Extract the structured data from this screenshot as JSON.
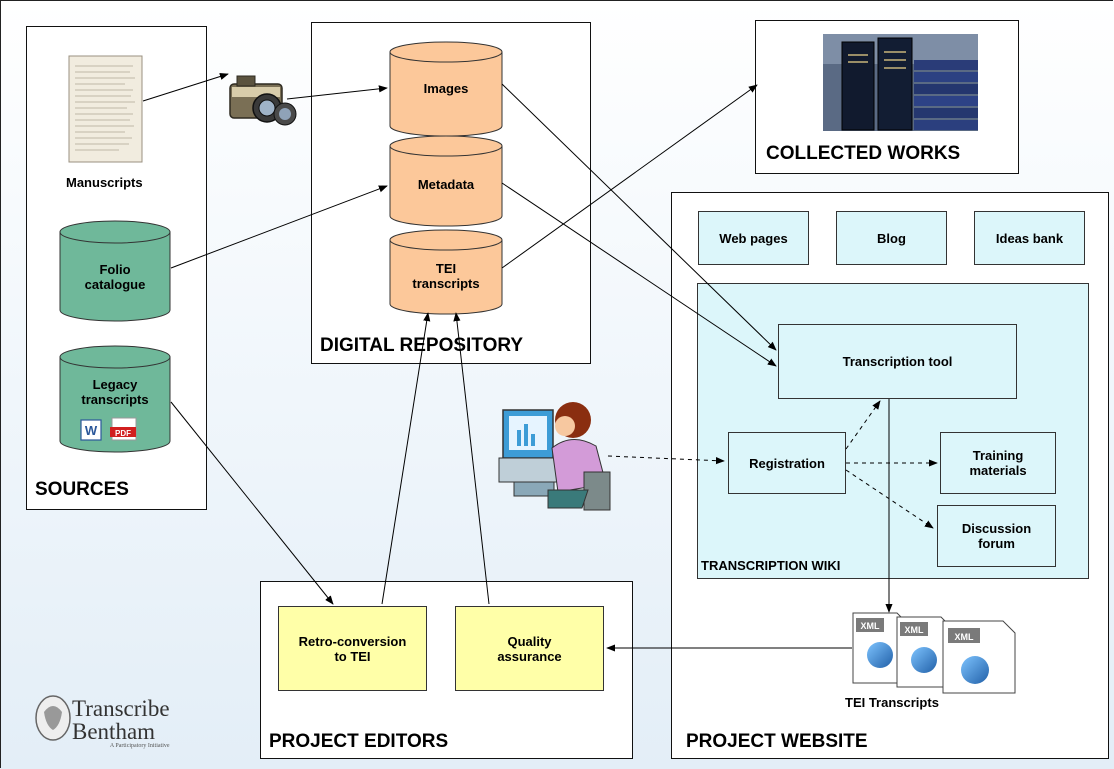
{
  "panels": {
    "sources": "SOURCES",
    "digital_repository": "DIGITAL REPOSITORY",
    "collected_works": "COLLECTED WORKS",
    "project_website": "PROJECT WEBSITE",
    "project_editors": "PROJECT EDITORS",
    "transcription_wiki": "TRANSCRIPTION WIKI"
  },
  "sources": {
    "manuscripts": "Manuscripts",
    "folio_line1": "Folio",
    "folio_line2": "catalogue",
    "legacy_line1": "Legacy",
    "legacy_line2": "transcripts"
  },
  "repository": {
    "images": "Images",
    "metadata": "Metadata",
    "tei_line1": "TEI",
    "tei_line2": "transcripts"
  },
  "website": {
    "web_pages": "Web pages",
    "blog": "Blog",
    "ideas_bank": "Ideas bank",
    "transcription_tool": "Transcription tool",
    "registration": "Registration",
    "training_line1": "Training",
    "training_line2": "materials",
    "discussion_line1": "Discussion",
    "discussion_line2": "forum",
    "tei_transcripts": "TEI Transcripts",
    "xml_label": "XML"
  },
  "editors": {
    "retro_line1": "Retro-conversion",
    "retro_line2": "to TEI",
    "quality_line1": "Quality",
    "quality_line2": "assurance"
  },
  "logo": {
    "line1": "Transcribe",
    "line2": "Bentham",
    "tagline": "A Participatory Initiative"
  },
  "icons": {
    "legacy_word": "W",
    "legacy_pdf": "PDF"
  },
  "colors": {
    "cylinder_orange": "#fcc89a",
    "cylinder_green": "#6fb89a",
    "box_cyan": "#dcf6fa",
    "box_yellow": "#ffffa8"
  }
}
